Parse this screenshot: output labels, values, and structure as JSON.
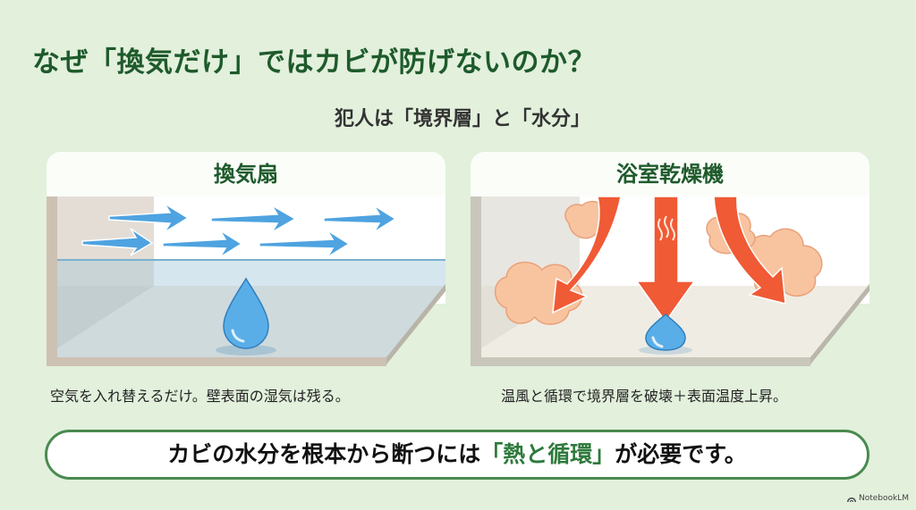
{
  "slide": {
    "title": "なぜ「換気だけ」ではカビが防げないのか？",
    "subtitle": "犯人は「境界層」と「水分」",
    "panels": [
      {
        "heading": "換気扇",
        "caption": "空気を入れ替えるだけ。壁表面の湿気は残る。",
        "illustration": "horizontal-airflow-arrows-over-water-droplet"
      },
      {
        "heading": "浴室乾燥機",
        "caption": "温風と循環で境界層を破壊＋表面温度上昇。",
        "illustration": "hot-air-arrows-and-steam-clouds-on-water-droplet"
      }
    ],
    "conclusion": {
      "before": "カビの水分を根本から断つには",
      "highlight": "「熱と循環」",
      "after": "が必要です。"
    },
    "brand": "NotebookLM"
  },
  "colors": {
    "background": "#e2f0dc",
    "title_green": "#1e5a2b",
    "highlight_green": "#2e7a3c",
    "arrow_blue": "#4ea3e0",
    "hot_arrow": "#f05a35",
    "steam": "#f8c4a0",
    "droplet": "#5aaee8"
  }
}
